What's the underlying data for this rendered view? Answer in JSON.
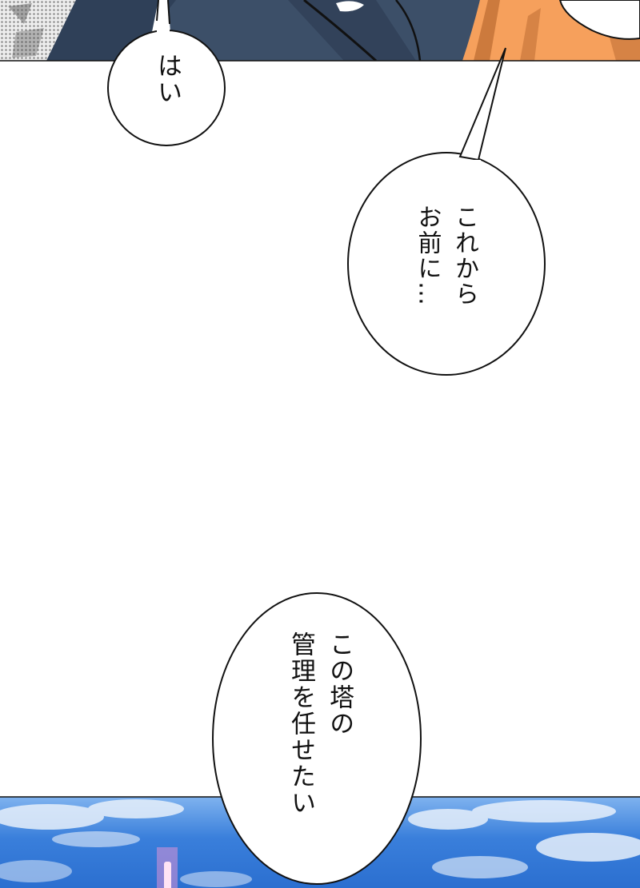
{
  "panels": {
    "top": {
      "name": "character-closeup-panel",
      "colors": {
        "coat": "#3c4f68",
        "coat_shadow": "#25344a",
        "hair": "#f6a05c",
        "hair_dark": "#c27036",
        "halftone": "#9a9a9a"
      }
    },
    "bottom": {
      "name": "sky-panel",
      "colors": {
        "sky": "#3a7fdb",
        "sky_light": "#7fb3ef",
        "cloud": "#e7f0fb",
        "glow": "#ff9ad8"
      }
    }
  },
  "bubbles": {
    "hai": {
      "text": "はい"
    },
    "korekara": {
      "text": "これから\nお前に…"
    },
    "tower": {
      "text": "この塔の\n管理を任せたい"
    }
  },
  "colors": {
    "background": "#ffffff",
    "bubble_fill": "#ffffff",
    "outline": "#111111"
  }
}
